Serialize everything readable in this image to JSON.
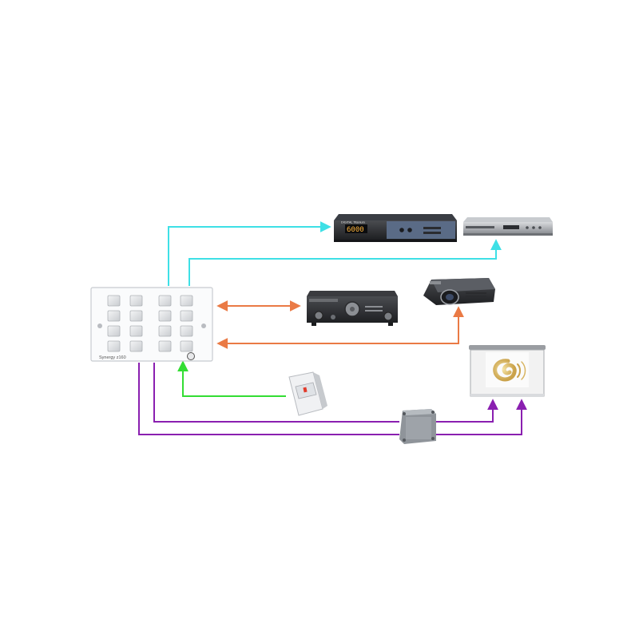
{
  "colors": {
    "ir": "#3ee0e6",
    "rs232": "#ea7a45",
    "sensor": "#33dd33",
    "relay": "#8a1fb0",
    "background": "#ffffff"
  },
  "keypad": {
    "brand_label": "Synergy z160",
    "button_count": 16
  },
  "satellite_receiver": {
    "brand": "DIGITAL Titanium",
    "display": "6000"
  },
  "icons": {
    "keypad": "wall-keypad-icon",
    "satellite": "satellite-receiver-icon",
    "dvd": "dvd-player-icon",
    "amplifier": "stereo-amplifier-icon",
    "projector": "video-projector-icon",
    "screen": "projection-screen-icon",
    "sensor": "motion-sensor-icon",
    "relay": "relay-box-icon"
  }
}
